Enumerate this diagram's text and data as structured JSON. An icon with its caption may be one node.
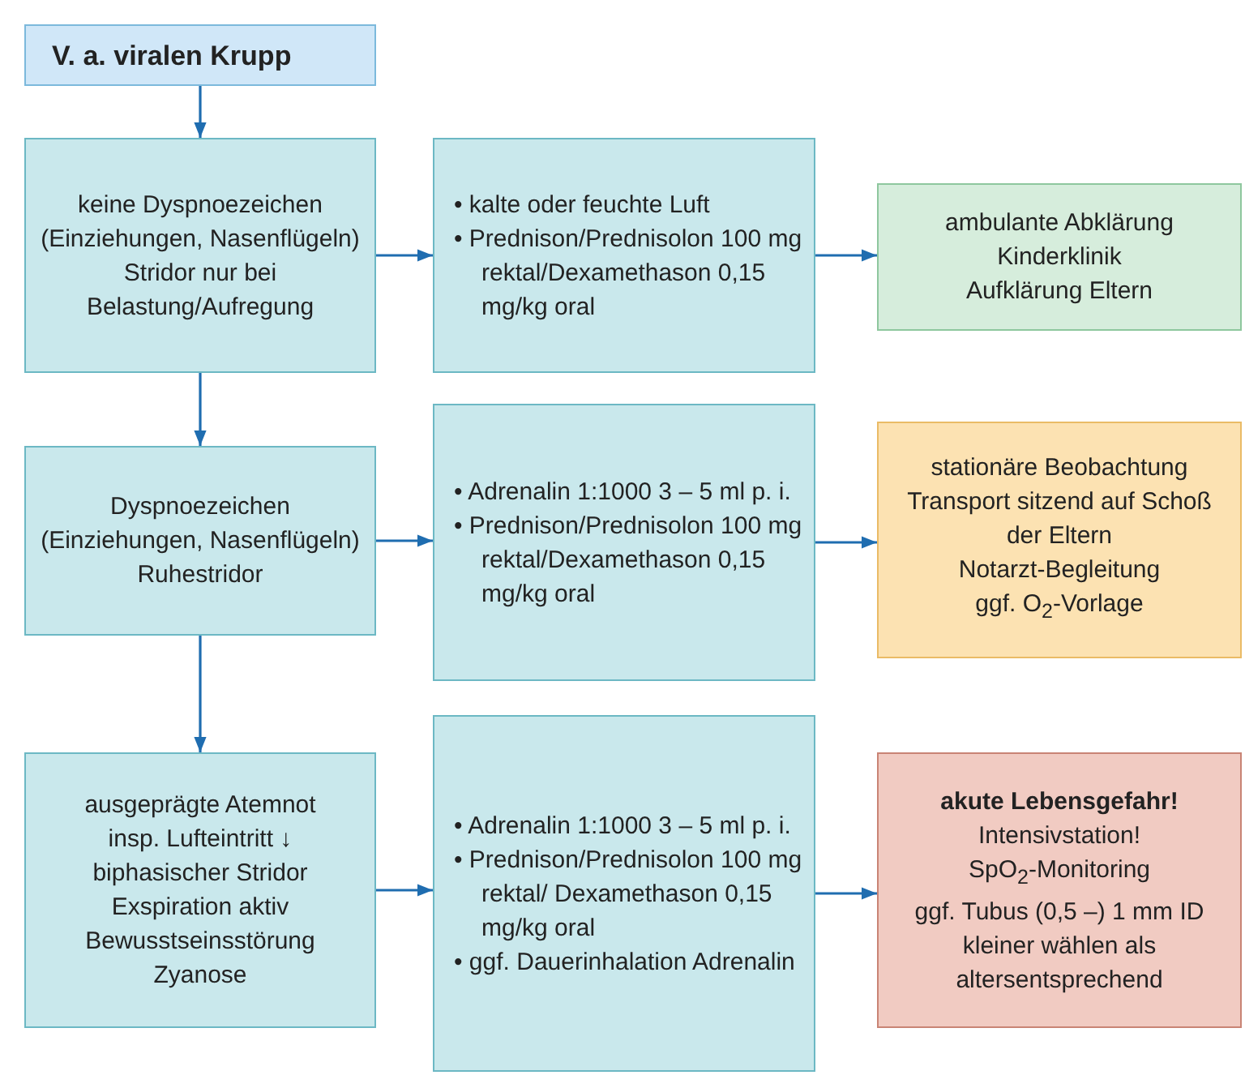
{
  "diagram": {
    "nodes": [
      {
        "text": [
          "V. a. viralen Krupp"
        ]
      },
      {
        "text": [
          "keine Dyspnoezeichen (Einziehungen, Nasenflügeln)",
          "Stridor nur bei Belastung/Aufregung"
        ]
      },
      {
        "text": [
          "• kalte oder feuchte Luft",
          "• Prednison/Prednisolon 100 mg rektal/Dexamethason 0,15 mg/kg oral"
        ]
      },
      {
        "text": [
          "ambulante Abklärung",
          "Kinderklinik",
          "Aufklärung Eltern"
        ]
      },
      {
        "text": [
          "Dyspnoezeichen (Einziehungen, Nasenflügeln)",
          "Ruhestridor"
        ]
      },
      {
        "text": [
          "• Adrenalin 1:1000 3 – 5 ml p. i.",
          "• Prednison/Prednisolon 100 mg rektal/Dexamethason 0,15 mg/kg oral"
        ]
      },
      {
        "text": [
          "stationäre Beobachtung",
          "Transport sitzend auf Schoß der Eltern",
          "Notarzt-Begleitung",
          "ggf. O$_{2}$-Vorlage"
        ]
      },
      {
        "text": [
          "ausgeprägte Atemnot",
          "insp.  Lufteintritt ↓",
          "biphasischer Stridor",
          "Exspiration aktiv",
          "Bewusstseinsstörung",
          "Zyanose"
        ]
      },
      {
        "text": [
          "• Adrenalin 1:1000 3 – 5 ml p. i.",
          "• Prednison/Prednisolon 100 mg rektal/ Dexamethason 0,15 mg/kg oral",
          "• ggf. Dauerinhalation Adrenalin"
        ]
      },
      {
        "text": [
          "akute Lebensgefahr!",
          "Intensivstation!",
          "SpO$_{2}$-Monitoring",
          "ggf. Tubus (0,5 –) 1 mm ID  kleiner wählen als altersentsprechend"
        ]
      }
    ],
    "edges": [
      {
        "from": 0,
        "to": 1,
        "arrow": "to"
      },
      {
        "from": 1,
        "to": 2,
        "arrow": "to"
      },
      {
        "from": 2,
        "to": 3,
        "arrow": "to"
      },
      {
        "from": 1,
        "to": 4,
        "arrow": "to"
      },
      {
        "from": 4,
        "to": 5,
        "arrow": "to"
      },
      {
        "from": 5,
        "to": 6,
        "arrow": "to"
      },
      {
        "from": 4,
        "to": 7,
        "arrow": "to"
      },
      {
        "from": 7,
        "to": 8,
        "arrow": "to"
      },
      {
        "from": 8,
        "to": 9,
        "arrow": "to"
      }
    ]
  }
}
